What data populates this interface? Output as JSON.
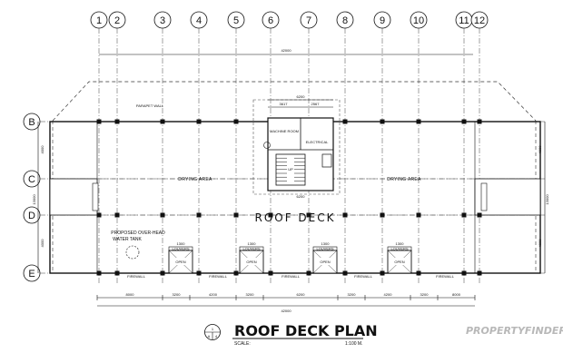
{
  "grid": {
    "columns": [
      "1",
      "2",
      "3",
      "4",
      "5",
      "6",
      "7",
      "8",
      "9",
      "10",
      "11",
      "12"
    ],
    "rows": [
      "B",
      "C",
      "D",
      "E"
    ]
  },
  "dimensions": {
    "overall_top": "42000",
    "overall_bottom": "42000",
    "core_width": "6200",
    "core_left": "3617",
    "core_right": "2567",
    "core_bottom": "6200",
    "left_vertical": "4000",
    "left_total": "13000",
    "left_lower": "4000",
    "right_vertical": "4000",
    "right_total": "13000",
    "right_lower": "4000",
    "bottom_spans": [
      "8000",
      "3200",
      "4200",
      "3200",
      "6200",
      "3200",
      "4200",
      "3200",
      "8000"
    ]
  },
  "labels": {
    "drying_area": "DRYING AREA",
    "roof_deck": "ROOF DECK",
    "parapet": "PARAPET WALL",
    "tank_line1": "PROPOSED OVER-HEAD",
    "tank_line2": "WATER TANK",
    "louvers": "LOUVERS",
    "open": "OPEN",
    "opening_dim": "1300",
    "firewall": "FIREWALL",
    "machine_room": "MACHINE ROOM",
    "electrical_room": "ELECTRICAL",
    "up": "UP"
  },
  "title_block": {
    "circle_top": "1",
    "circle_bottom_left": "A",
    "circle_bottom_right": "4",
    "title": "ROOF DECK PLAN",
    "scale_label": "SCALE:",
    "scale_value": "1:100 M."
  },
  "watermark": "PROPERTYFINDERPH.COM",
  "colors": {
    "line": "#111111",
    "watermark": "#b8b8b8"
  }
}
